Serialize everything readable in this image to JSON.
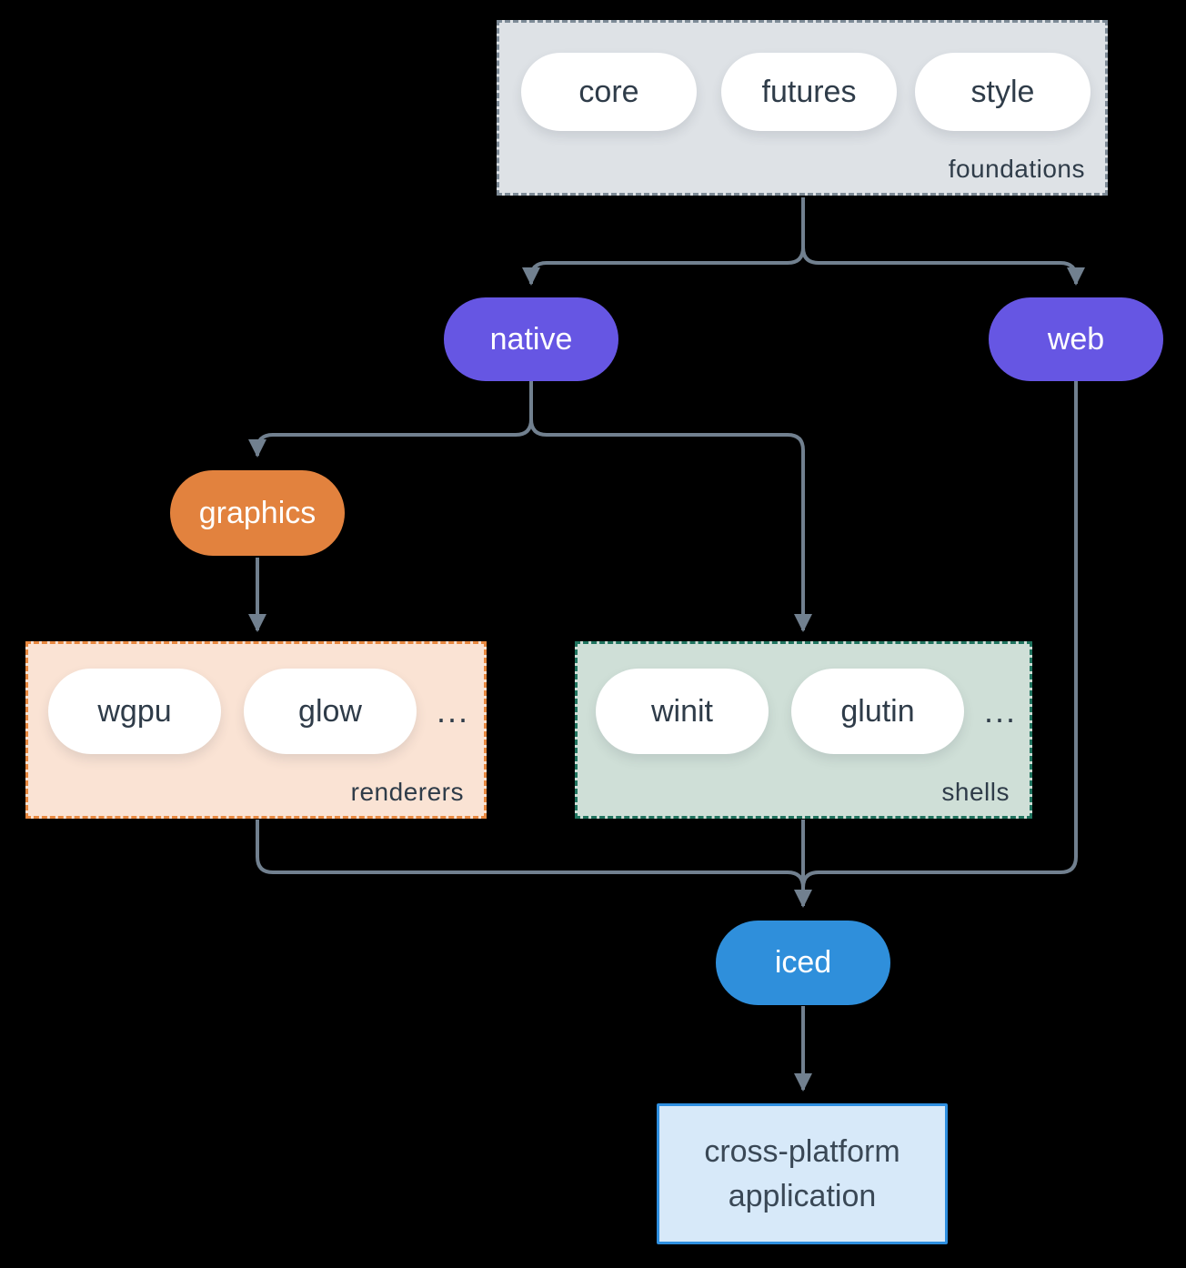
{
  "groups": {
    "foundations": {
      "label": "foundations",
      "pills": [
        "core",
        "futures",
        "style"
      ]
    },
    "renderers": {
      "label": "renderers",
      "pills": [
        "wgpu",
        "glow"
      ],
      "ellipsis": "..."
    },
    "shells": {
      "label": "shells",
      "pills": [
        "winit",
        "glutin"
      ],
      "ellipsis": "..."
    }
  },
  "nodes": {
    "native": "native",
    "web": "web",
    "graphics": "graphics",
    "iced": "iced",
    "application": "cross-platform application"
  },
  "colors": {
    "background": "#000000",
    "node_purple": "#6656e3",
    "node_orange": "#e2823e",
    "node_blue": "#2f8fdb",
    "pill_white": "#ffffff",
    "text_dark": "#2f3c49",
    "text_light": "#ffffff",
    "foundations_fill": "#dee2e6",
    "foundations_border": "#7e8b97",
    "renderers_fill": "#fae3d4",
    "renderers_border": "#e8883f",
    "shells_fill": "#cfdfd7",
    "shells_border": "#20745f",
    "app_fill": "#d7e9f9",
    "app_border": "#2e8fe0",
    "connector": "#71808f"
  }
}
